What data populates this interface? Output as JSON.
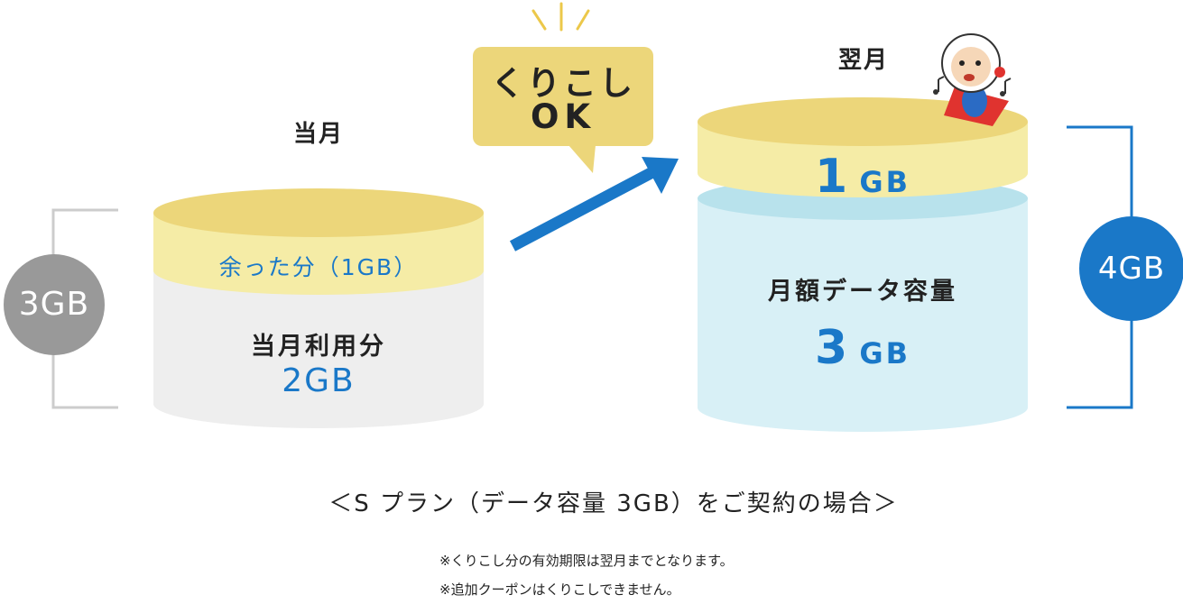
{
  "current_month": {
    "title": "当月",
    "total_badge": "3GB",
    "leftover_label": "余った分（1GB）",
    "used_label": "当月利用分",
    "used_value": "2GB"
  },
  "callout": {
    "line1": "くりこし",
    "line2": "OK"
  },
  "next_month": {
    "title": "翌月",
    "carried_value": "1",
    "carried_unit": "GB",
    "monthly_label": "月額データ容量",
    "monthly_value": "3",
    "monthly_unit": "GB",
    "total_badge": "4GB"
  },
  "caption": "＜S プラン（データ容量 3GB）をご契約の場合＞",
  "notes": [
    "※くりこし分の有効期限は翌月までとなります。",
    "※追加クーポンはくりこしできません。"
  ],
  "colors": {
    "yellow_top": "#ecd67a",
    "yellow_side": "#f5eca6",
    "gray_side": "#eeeeee",
    "light_blue_side": "#d8f0f6",
    "light_blue_top": "#b8e2ec",
    "accent_blue": "#1a78c8",
    "badge_gray": "#999999",
    "bracket_gray": "#cccccc"
  }
}
